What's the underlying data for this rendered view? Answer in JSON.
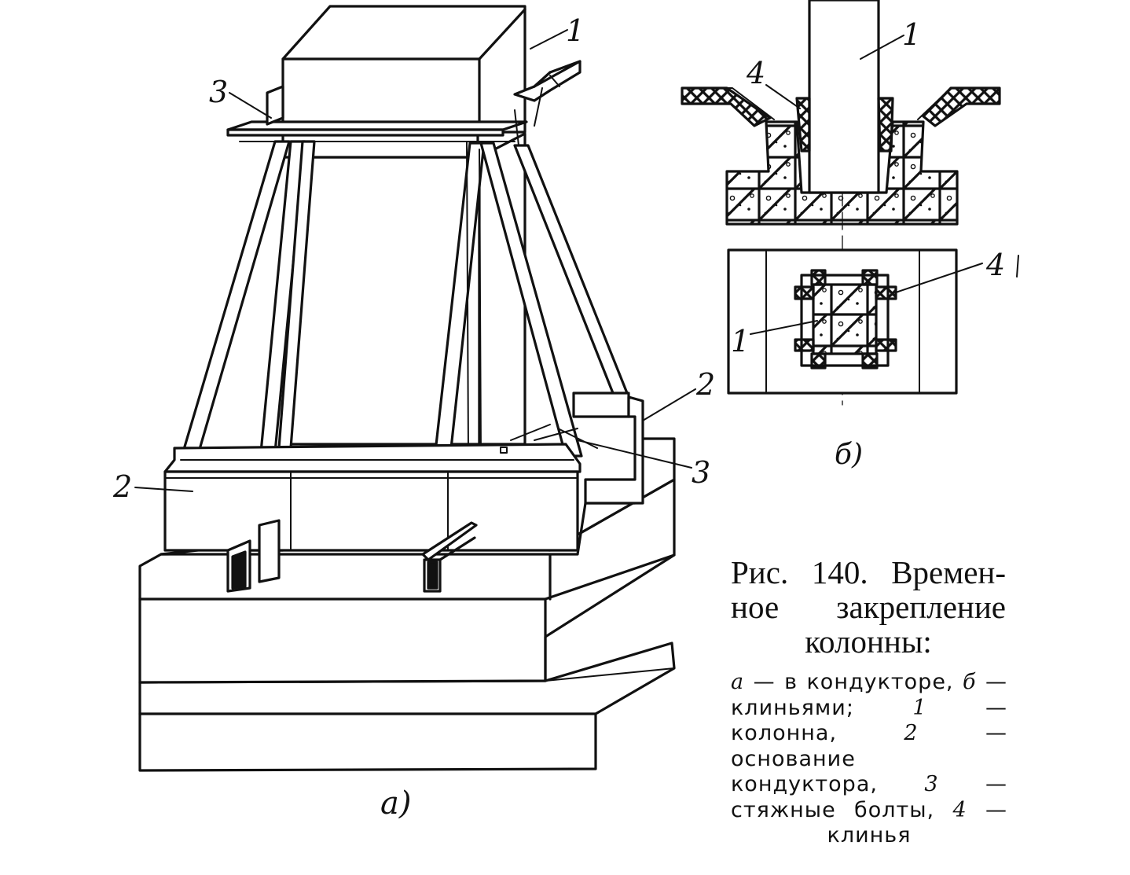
{
  "figure_labels": {
    "a_view": "а)",
    "b_view": "б)",
    "a_column": "1",
    "a_bolt_top": "3",
    "a_base_left": "2",
    "a_base_right": "2",
    "a_bolt_bottom": "3",
    "b_column": "1",
    "b_wedge_section": "4",
    "b_wedge_plan": "4",
    "b_column_plan": "1"
  },
  "caption": {
    "title": "Рис. 140. Времен- ное закрепление колонны:",
    "legend_parts": [
      {
        "text": "а",
        "italic": true
      },
      {
        "text": " — в кондукторе, ",
        "italic": false
      },
      {
        "text": "б",
        "italic": true
      },
      {
        "text": " — клиньями; ",
        "italic": false
      },
      {
        "text": "1",
        "italic": true
      },
      {
        "text": " — колонна, ",
        "italic": false
      },
      {
        "text": "2",
        "italic": true
      },
      {
        "text": " — основание кондуктора, ",
        "italic": false
      },
      {
        "text": "3",
        "italic": true
      },
      {
        "text": " — стяжные болты, ",
        "italic": false
      },
      {
        "text": "4",
        "italic": true
      },
      {
        "text": " — клинья",
        "italic": false
      }
    ]
  }
}
